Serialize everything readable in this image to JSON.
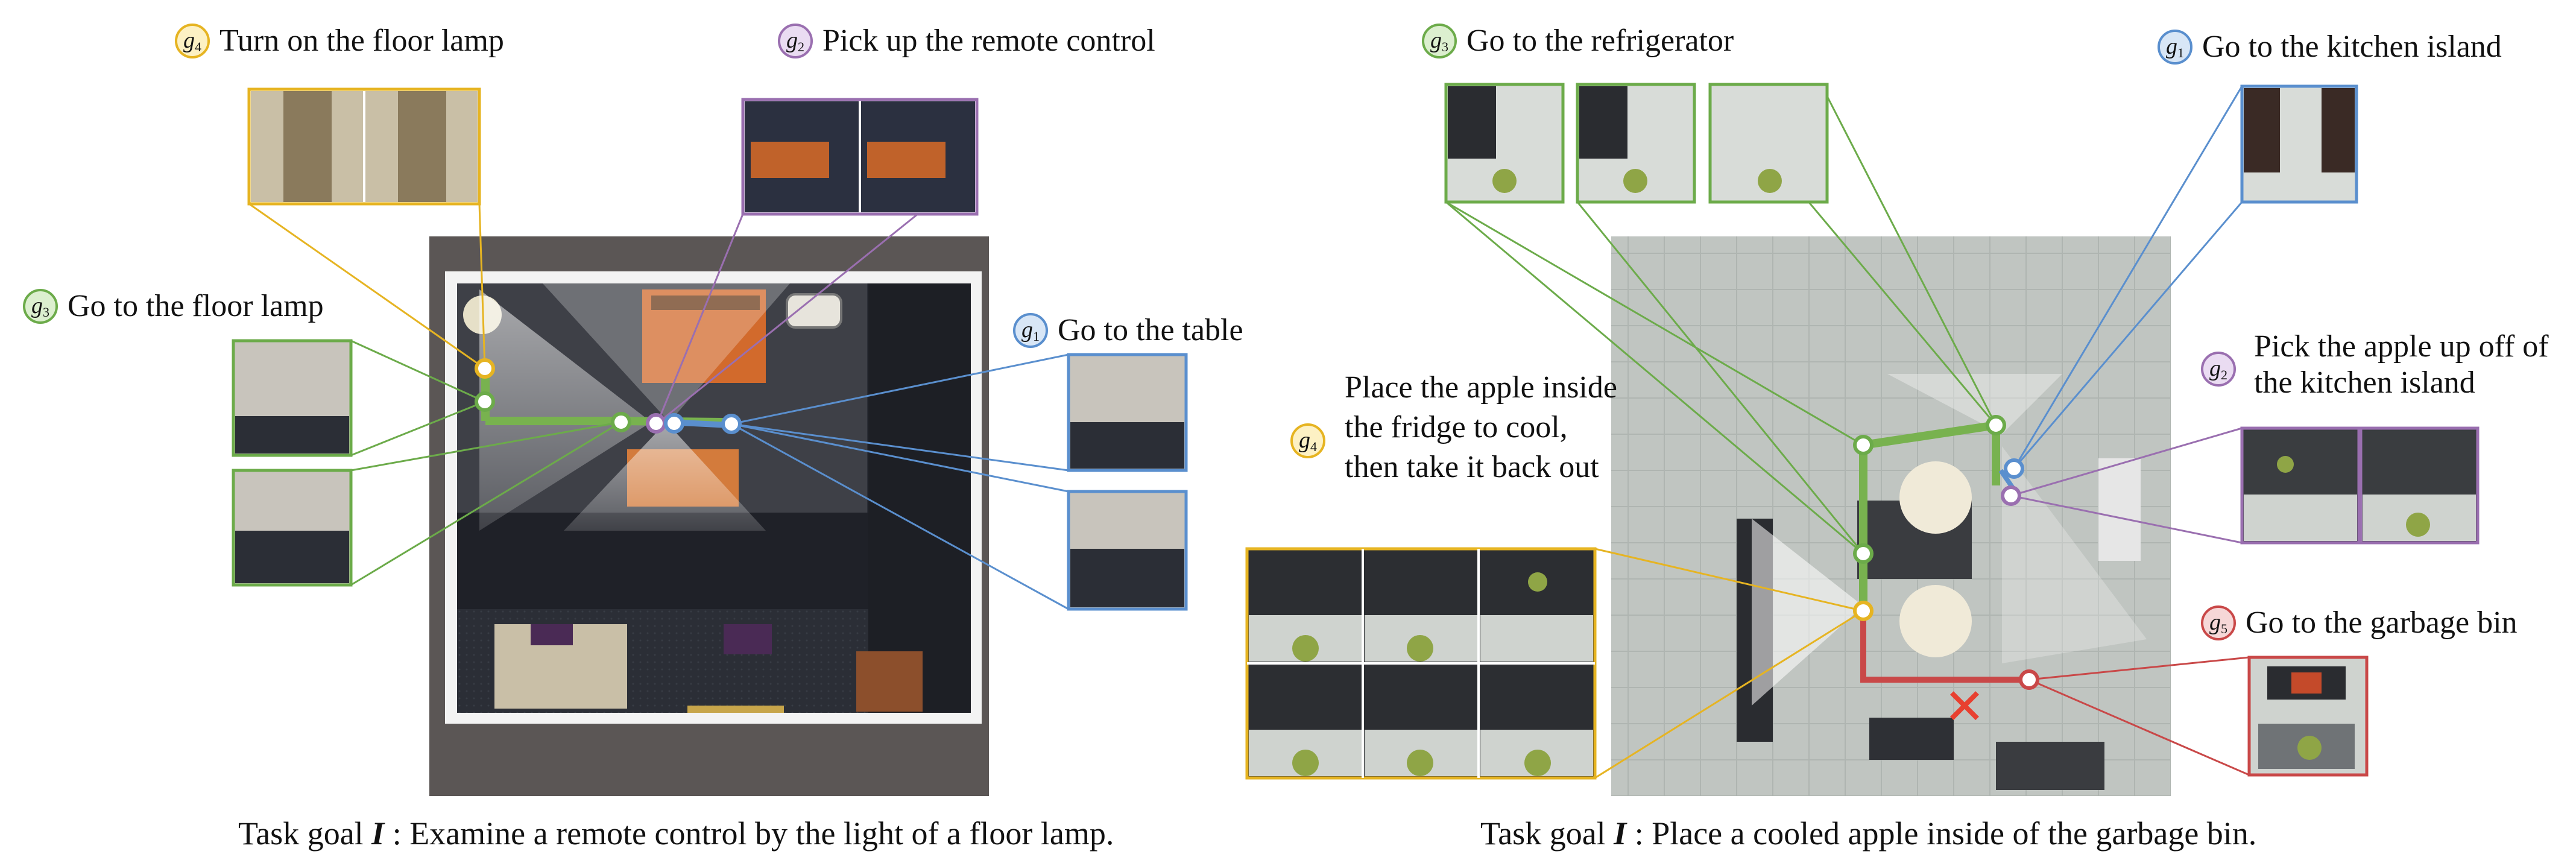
{
  "colors": {
    "g1": "#5a8fce",
    "g2": "#9a6fb0",
    "g3": "#6cab4a",
    "g4": "#e6b422",
    "g5": "#c94848",
    "fail_mark": "#e84030"
  },
  "left_scene": {
    "caption": {
      "prefix": "Task goal",
      "goal_symbol": "I",
      "text": ": Examine a remote control by the light of a floor lamp."
    },
    "subgoals": [
      {
        "badge_letter": "g",
        "badge_index": "4",
        "label": "Turn on the floor lamp",
        "color": "yellow"
      },
      {
        "badge_letter": "g",
        "badge_index": "2",
        "label": "Pick up the remote control",
        "color": "purple"
      },
      {
        "badge_letter": "g",
        "badge_index": "3",
        "label": "Go to the floor lamp",
        "color": "green"
      },
      {
        "badge_letter": "g",
        "badge_index": "1",
        "label": "Go to the table",
        "color": "blue"
      }
    ]
  },
  "right_scene": {
    "caption": {
      "prefix": "Task goal",
      "goal_symbol": "I",
      "text": ": Place a cooled apple inside of the garbage bin."
    },
    "subgoals": [
      {
        "badge_letter": "g",
        "badge_index": "3",
        "label": "Go to the refrigerator",
        "color": "green"
      },
      {
        "badge_letter": "g",
        "badge_index": "1",
        "label": "Go to the kitchen island",
        "color": "blue"
      },
      {
        "badge_letter": "g",
        "badge_index": "2",
        "label": "Pick the apple up off of the kitchen island",
        "color": "purple"
      },
      {
        "badge_letter": "g",
        "badge_index": "4",
        "label": "Place the apple inside the fridge to cool, then take it back out",
        "color": "yellow"
      },
      {
        "badge_letter": "g",
        "badge_index": "5",
        "label": "Go to the garbage bin",
        "color": "red"
      }
    ],
    "fail_mark_symbol": "✕"
  }
}
